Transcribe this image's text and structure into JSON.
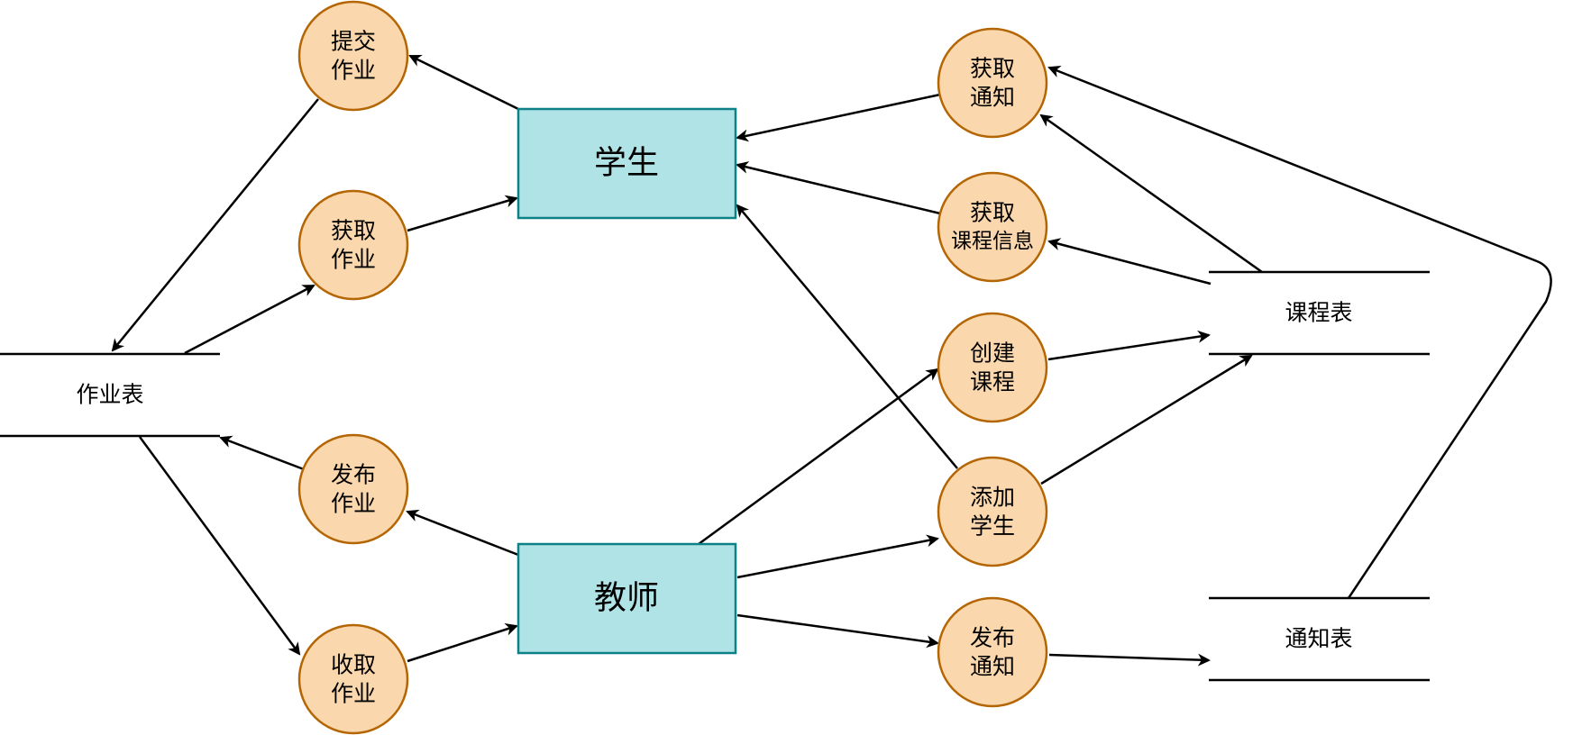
{
  "entities": {
    "student": "学生",
    "teacher": "教师"
  },
  "processes": {
    "submit_homework": [
      "提交",
      "作业"
    ],
    "get_homework": [
      "获取",
      "作业"
    ],
    "publish_homework": [
      "发布",
      "作业"
    ],
    "collect_homework": [
      "收取",
      "作业"
    ],
    "get_notice": [
      "获取",
      "通知"
    ],
    "get_course_info": [
      "获取",
      "课程信息"
    ],
    "create_course": [
      "创建",
      "课程"
    ],
    "add_student": [
      "添加",
      "学生"
    ],
    "publish_notice": [
      "发布",
      "通知"
    ]
  },
  "stores": {
    "homework_table": "作业表",
    "course_table": "课程表",
    "notice_table": "通知表"
  },
  "colors": {
    "entity_fill": "#b0e3e6",
    "entity_stroke": "#0e8088",
    "process_fill": "#fad7ac",
    "process_stroke": "#b46504"
  }
}
